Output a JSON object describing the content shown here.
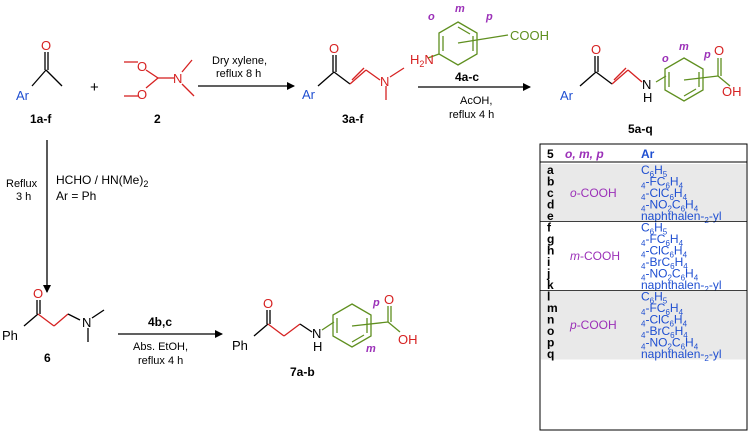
{
  "colors": {
    "red": "#d62222",
    "blue": "#1f4fd1",
    "green": "#5f8f1f",
    "purple": "#9b30b8",
    "shade": "#e9e9e9"
  },
  "atoms": {
    "ar": "Ar",
    "o": "O",
    "n": "N",
    "nh": "N",
    "h": "H",
    "ph": "Ph",
    "cooh": "COOH",
    "h2n": "H2N",
    "oh": "OH"
  },
  "positions": {
    "o": "o",
    "m": "m",
    "p": "p"
  },
  "compounds": {
    "c1": "1a-f",
    "c2": "2",
    "c3": "3a-f",
    "c4": "4a-c",
    "c5": "5a-q",
    "c6": "6",
    "c7": "7a-b",
    "c4bc": "4b,c"
  },
  "conditions": {
    "step1_line1": "Dry xylene,",
    "step1_line2": "reflux 8 h",
    "step2_line1": "AcOH,",
    "step2_line2": "reflux 4 h",
    "reflux": "Reflux",
    "time3h": "3 h",
    "reagents": "HCHO / HN(Me)2",
    "ar_eq": "Ar = Ph",
    "step4_line1": "Abs. EtOH,",
    "step4_line2": "reflux 4 h"
  },
  "plus": "+",
  "table": {
    "header_cpd": "5",
    "header_pos": "o, m, p",
    "header_ar": "Ar",
    "groups": [
      {
        "label": "o-COOH",
        "shaded": true,
        "rows": [
          {
            "id": "a",
            "ar": "C6H5"
          },
          {
            "id": "b",
            "ar": "4-FC6H4"
          },
          {
            "id": "c",
            "ar": "4-ClC6H4"
          },
          {
            "id": "d",
            "ar": "4-NO2C6H4"
          },
          {
            "id": "e",
            "ar": "naphthalen-2-yl"
          }
        ]
      },
      {
        "label": "m-COOH",
        "shaded": false,
        "rows": [
          {
            "id": "f",
            "ar": "C6H5"
          },
          {
            "id": "g",
            "ar": "4-FC6H4"
          },
          {
            "id": "h",
            "ar": "4-ClC6H4"
          },
          {
            "id": "i",
            "ar": "4-BrC6H4"
          },
          {
            "id": "j",
            "ar": "4-NO2C6H4"
          },
          {
            "id": "k",
            "ar": "naphthalen-2-yl"
          }
        ]
      },
      {
        "label": "p-COOH",
        "shaded": true,
        "rows": [
          {
            "id": "l",
            "ar": "C6H5"
          },
          {
            "id": "m",
            "ar": "4-FC6H4"
          },
          {
            "id": "n",
            "ar": "4-ClC6H4"
          },
          {
            "id": "o",
            "ar": "4-BrC6H4"
          },
          {
            "id": "p",
            "ar": "4-NO2C6H4"
          },
          {
            "id": "q",
            "ar": "naphthalen-2-yl"
          }
        ]
      }
    ]
  }
}
